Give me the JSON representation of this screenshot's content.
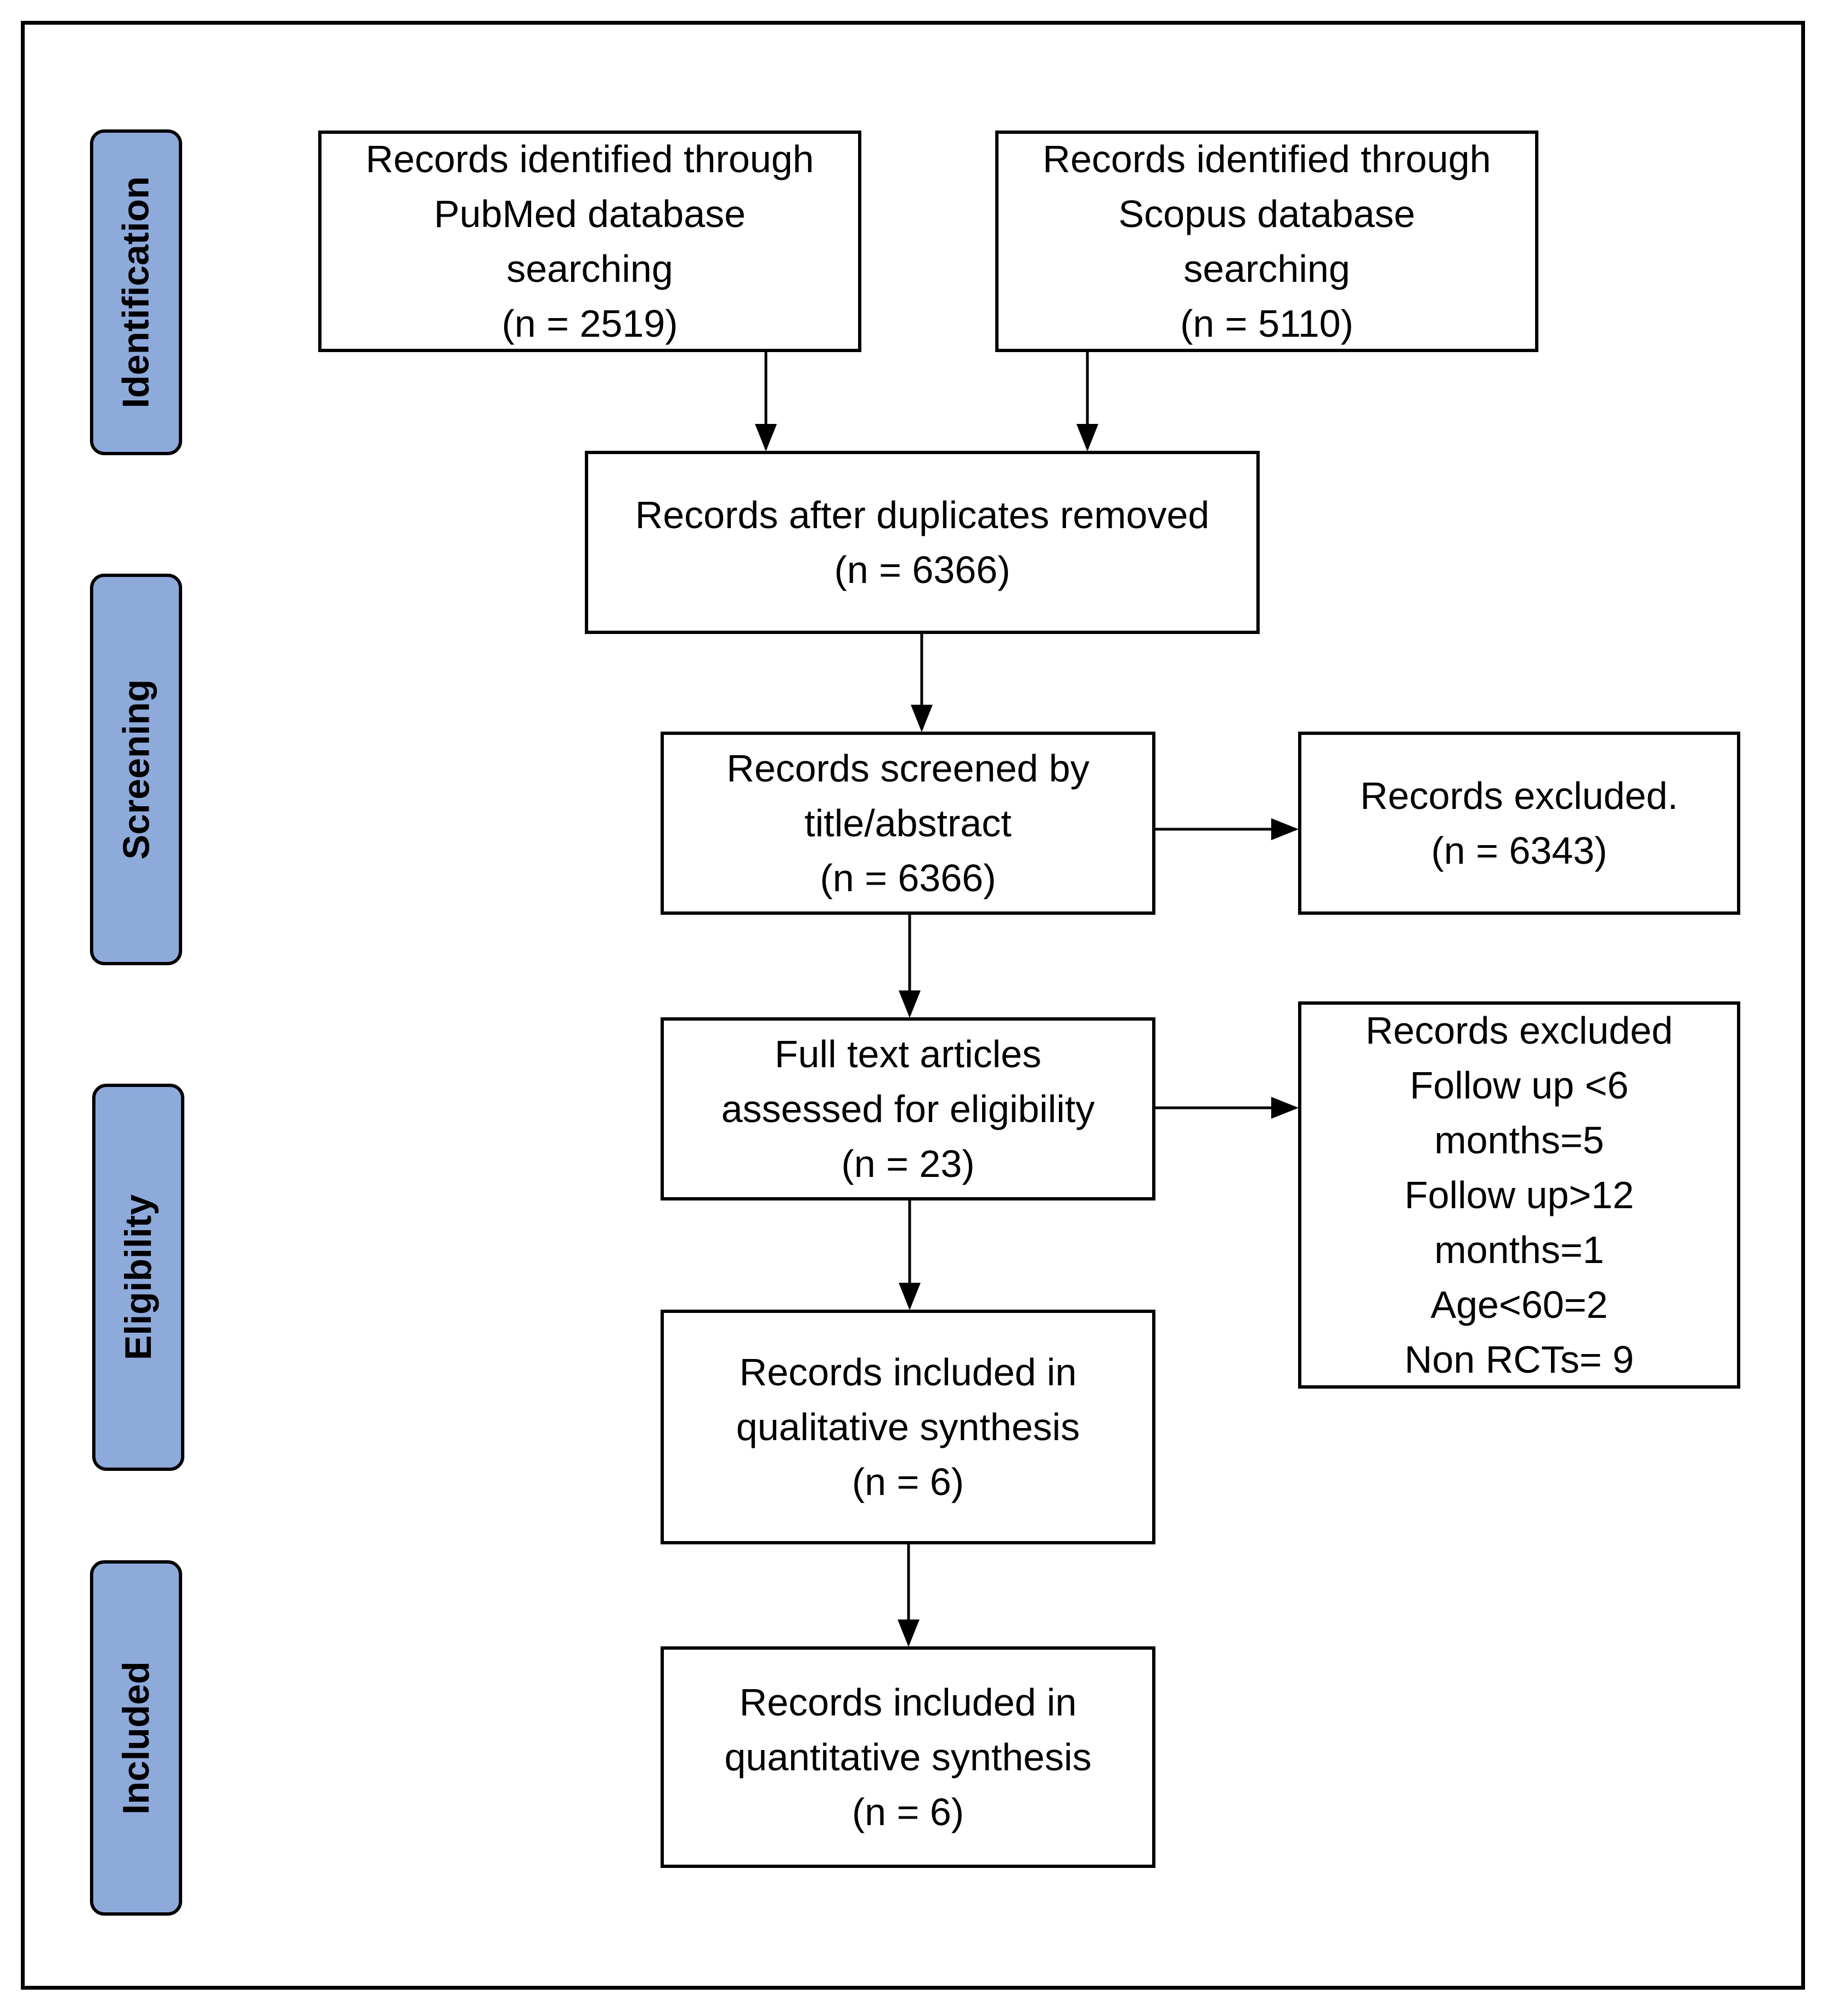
{
  "stages": {
    "identification": "Identification",
    "screening": "Screening",
    "eligibility": "Eligibility",
    "included": "Included"
  },
  "boxes": {
    "pubmed": [
      "Records identified through",
      "PubMed database",
      "searching",
      "(n = 2519)"
    ],
    "scopus": [
      "Records identified through",
      "Scopus database",
      "searching",
      "(n = 5110)"
    ],
    "dedup": [
      "Records after duplicates removed",
      "(n = 6366)"
    ],
    "screened": [
      "Records screened by",
      "title/abstract",
      "(n = 6366)"
    ],
    "excluded_screen": [
      "Records excluded.",
      "(n = 6343)"
    ],
    "fulltext": [
      "Full text articles",
      "assessed for eligibility",
      "(n = 23)"
    ],
    "excluded_full": [
      "Records excluded",
      "Follow up <6",
      "months=5",
      "Follow up>12",
      "months=1",
      "Age<60=2",
      "Non RCTs= 9"
    ],
    "qualitative": [
      "Records included in",
      "qualitative  synthesis",
      "(n = 6)"
    ],
    "quantitative": [
      "Records included in",
      "quantitative  synthesis",
      "(n = 6)"
    ]
  },
  "colors": {
    "stage_fill": "#8eaadb",
    "stroke": "#000000",
    "box_fill": "#ffffff"
  }
}
